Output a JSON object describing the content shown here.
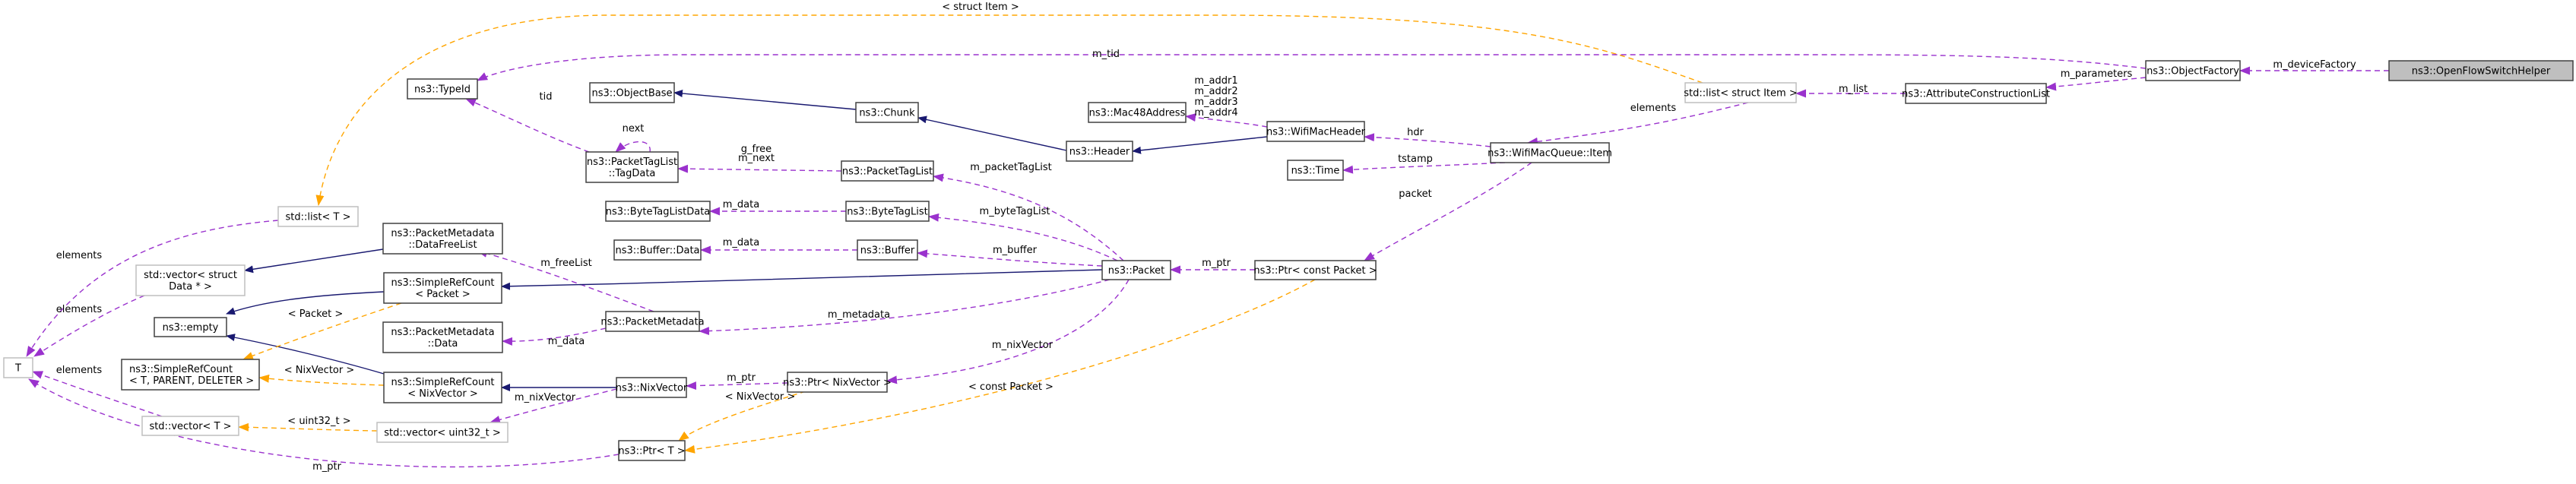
{
  "title": "Collaboration diagram for ns3::OpenFlowSwitchHelper",
  "colors": {
    "inheritance": "#191970",
    "usage": "#9a32cd",
    "template": "#ffa500",
    "focus_fill": "#bfbfbf"
  },
  "nodes": [
    {
      "id": "T",
      "lines": [
        "T"
      ],
      "kind": "ext"
    },
    {
      "id": "stdlistT",
      "lines": [
        "std::list< T >"
      ],
      "kind": "ext"
    },
    {
      "id": "stdvecData",
      "lines": [
        "std::vector< struct",
        "Data * >"
      ],
      "kind": "ext"
    },
    {
      "id": "empty",
      "lines": [
        "ns3::empty"
      ],
      "kind": "normal"
    },
    {
      "id": "srcTPD",
      "lines": [
        "ns3::SimpleRefCount",
        "< T, PARENT, DELETER >"
      ],
      "kind": "normal",
      "align": "left"
    },
    {
      "id": "stdvecT",
      "lines": [
        "std::vector< T >"
      ],
      "kind": "ext"
    },
    {
      "id": "typeid",
      "lines": [
        "ns3::TypeId"
      ],
      "kind": "normal"
    },
    {
      "id": "dfl",
      "lines": [
        "ns3::PacketMetadata",
        "::DataFreeList"
      ],
      "kind": "normal"
    },
    {
      "id": "srcPacket",
      "lines": [
        "ns3::SimpleRefCount",
        "< Packet >"
      ],
      "kind": "normal"
    },
    {
      "id": "pmData",
      "lines": [
        "ns3::PacketMetadata",
        "::Data"
      ],
      "kind": "normal"
    },
    {
      "id": "srcNix",
      "lines": [
        "ns3::SimpleRefCount",
        "< NixVector >"
      ],
      "kind": "normal"
    },
    {
      "id": "stdvecU32",
      "lines": [
        "std::vector< uint32_t >"
      ],
      "kind": "ext"
    },
    {
      "id": "objbase",
      "lines": [
        "ns3::ObjectBase"
      ],
      "kind": "normal"
    },
    {
      "id": "tagdata",
      "lines": [
        "ns3::PacketTagList",
        "::TagData"
      ],
      "kind": "normal"
    },
    {
      "id": "btld",
      "lines": [
        "ns3::ByteTagListData"
      ],
      "kind": "normal"
    },
    {
      "id": "bufdata",
      "lines": [
        "ns3::Buffer::Data"
      ],
      "kind": "normal"
    },
    {
      "id": "pmeta",
      "lines": [
        "ns3::PacketMetadata"
      ],
      "kind": "normal"
    },
    {
      "id": "nix",
      "lines": [
        "ns3::NixVector"
      ],
      "kind": "normal"
    },
    {
      "id": "ptrT",
      "lines": [
        "ns3::Ptr< T >"
      ],
      "kind": "normal"
    },
    {
      "id": "chunk",
      "lines": [
        "ns3::Chunk"
      ],
      "kind": "normal"
    },
    {
      "id": "ptl",
      "lines": [
        "ns3::PacketTagList"
      ],
      "kind": "normal"
    },
    {
      "id": "btl",
      "lines": [
        "ns3::ByteTagList"
      ],
      "kind": "normal"
    },
    {
      "id": "buffer",
      "lines": [
        "ns3::Buffer"
      ],
      "kind": "normal"
    },
    {
      "id": "packet",
      "lines": [
        "ns3::Packet"
      ],
      "kind": "normal"
    },
    {
      "id": "ptrNix",
      "lines": [
        "ns3::Ptr< NixVector >"
      ],
      "kind": "normal"
    },
    {
      "id": "mac48",
      "lines": [
        "ns3::Mac48Address"
      ],
      "kind": "normal"
    },
    {
      "id": "header",
      "lines": [
        "ns3::Header"
      ],
      "kind": "normal"
    },
    {
      "id": "wifihdr",
      "lines": [
        "ns3::WifiMacHeader"
      ],
      "kind": "normal"
    },
    {
      "id": "time",
      "lines": [
        "ns3::Time"
      ],
      "kind": "normal"
    },
    {
      "id": "ptrCP",
      "lines": [
        "ns3::Ptr< const Packet >"
      ],
      "kind": "normal"
    },
    {
      "id": "item",
      "lines": [
        "ns3::WifiMacQueue::Item"
      ],
      "kind": "normal"
    },
    {
      "id": "stdlistItem",
      "lines": [
        "std::list< struct Item >"
      ],
      "kind": "ext"
    },
    {
      "id": "acl",
      "lines": [
        "ns3::AttributeConstructionList"
      ],
      "kind": "normal"
    },
    {
      "id": "objfac",
      "lines": [
        "ns3::ObjectFactory"
      ],
      "kind": "normal"
    },
    {
      "id": "ofsh",
      "lines": [
        "ns3::OpenFlowSwitchHelper"
      ],
      "kind": "focus"
    }
  ],
  "edges": [
    {
      "from": "stdlistT",
      "to": "T",
      "type": "usage",
      "label": [
        "elements"
      ]
    },
    {
      "from": "stdvecData",
      "to": "T",
      "type": "usage",
      "label": [
        "elements"
      ]
    },
    {
      "from": "stdvecT",
      "to": "T",
      "type": "usage",
      "label": [
        "elements"
      ]
    },
    {
      "from": "ptrT",
      "to": "T",
      "type": "usage",
      "label": [
        "m_ptr"
      ]
    },
    {
      "from": "dfl",
      "to": "stdvecData",
      "type": "inherit",
      "label": []
    },
    {
      "from": "srcPacket",
      "to": "empty",
      "type": "inherit",
      "label": []
    },
    {
      "from": "srcNix",
      "to": "empty",
      "type": "inherit",
      "label": []
    },
    {
      "from": "srcPacket",
      "to": "srcTPD",
      "type": "template",
      "label": [
        "< Packet >"
      ]
    },
    {
      "from": "srcNix",
      "to": "srcTPD",
      "type": "template",
      "label": [
        "< NixVector >"
      ]
    },
    {
      "from": "stdvecU32",
      "to": "stdvecT",
      "type": "template",
      "label": [
        "< uint32_t >"
      ]
    },
    {
      "from": "stdlistItem",
      "to": "stdlistT",
      "type": "template",
      "label": [
        "< struct Item >"
      ]
    },
    {
      "from": "tagdata",
      "to": "typeid",
      "type": "usage",
      "label": [
        "tid"
      ]
    },
    {
      "from": "objfac",
      "to": "typeid",
      "type": "usage",
      "label": [
        "m_tid"
      ]
    },
    {
      "from": "tagdata",
      "to": "tagdata",
      "type": "usage",
      "label": [
        "next"
      ]
    },
    {
      "from": "ptl",
      "to": "tagdata",
      "type": "usage",
      "label": [
        "g_free",
        "m_next"
      ]
    },
    {
      "from": "pmeta",
      "to": "dfl",
      "type": "usage",
      "label": [
        "m_freeList"
      ]
    },
    {
      "from": "packet",
      "to": "srcPacket",
      "type": "inherit",
      "label": []
    },
    {
      "from": "pmeta",
      "to": "pmData",
      "type": "usage",
      "label": [
        "m_data"
      ]
    },
    {
      "from": "nix",
      "to": "srcNix",
      "type": "inherit",
      "label": []
    },
    {
      "from": "nix",
      "to": "stdvecU32",
      "type": "usage",
      "label": [
        "m_nixVector"
      ]
    },
    {
      "from": "chunk",
      "to": "objbase",
      "type": "inherit",
      "label": []
    },
    {
      "from": "btl",
      "to": "btld",
      "type": "usage",
      "label": [
        "m_data"
      ]
    },
    {
      "from": "buffer",
      "to": "bufdata",
      "type": "usage",
      "label": [
        "m_data"
      ]
    },
    {
      "from": "packet",
      "to": "pmeta",
      "type": "usage",
      "label": [
        "m_metadata"
      ]
    },
    {
      "from": "ptrNix",
      "to": "nix",
      "type": "usage",
      "label": [
        "m_ptr"
      ]
    },
    {
      "from": "ptrNix",
      "to": "ptrT",
      "type": "template",
      "label": [
        "< NixVector >"
      ]
    },
    {
      "from": "ptrCP",
      "to": "ptrT",
      "type": "template",
      "label": [
        "< const Packet >"
      ]
    },
    {
      "from": "header",
      "to": "chunk",
      "type": "inherit",
      "label": []
    },
    {
      "from": "packet",
      "to": "ptl",
      "type": "usage",
      "label": [
        "m_packetTagList"
      ]
    },
    {
      "from": "packet",
      "to": "btl",
      "type": "usage",
      "label": [
        "m_byteTagList"
      ]
    },
    {
      "from": "packet",
      "to": "buffer",
      "type": "usage",
      "label": [
        "m_buffer"
      ]
    },
    {
      "from": "packet",
      "to": "ptrNix",
      "type": "usage",
      "label": [
        "m_nixVector"
      ]
    },
    {
      "from": "wifihdr",
      "to": "mac48",
      "type": "usage",
      "label": [
        "m_addr1",
        "m_addr2",
        "m_addr3",
        "m_addr4"
      ]
    },
    {
      "from": "wifihdr",
      "to": "header",
      "type": "inherit",
      "label": []
    },
    {
      "from": "ptrCP",
      "to": "packet",
      "type": "usage",
      "label": [
        "m_ptr"
      ]
    },
    {
      "from": "item",
      "to": "wifihdr",
      "type": "usage",
      "label": [
        "hdr"
      ]
    },
    {
      "from": "item",
      "to": "time",
      "type": "usage",
      "label": [
        "tstamp"
      ]
    },
    {
      "from": "item",
      "to": "ptrCP",
      "type": "usage",
      "label": [
        "packet"
      ]
    },
    {
      "from": "stdlistItem",
      "to": "item",
      "type": "usage",
      "label": [
        "elements"
      ]
    },
    {
      "from": "acl",
      "to": "stdlistItem",
      "type": "usage",
      "label": [
        "m_list"
      ]
    },
    {
      "from": "objfac",
      "to": "acl",
      "type": "usage",
      "label": [
        "m_parameters"
      ]
    },
    {
      "from": "ofsh",
      "to": "objfac",
      "type": "usage",
      "label": [
        "m_deviceFactory"
      ]
    }
  ]
}
